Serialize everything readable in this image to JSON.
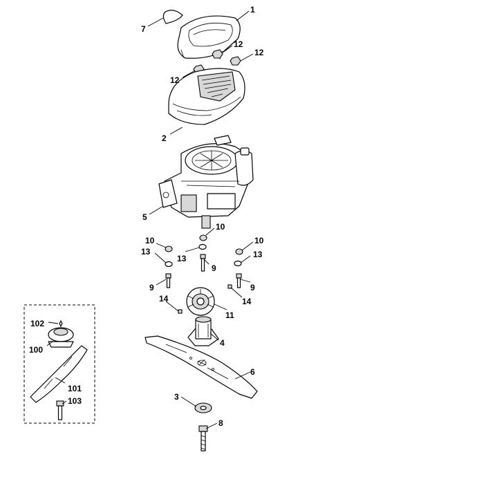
{
  "callouts": {
    "c1": "1",
    "c2": "2",
    "c3": "3",
    "c4": "4",
    "c5": "5",
    "c6": "6",
    "c7": "7",
    "c8": "8",
    "c9a": "9",
    "c9b": "9",
    "c9c": "9",
    "c10a": "10",
    "c10b": "10",
    "c10c": "10",
    "c11": "11",
    "c12a": "12",
    "c12b": "12",
    "c12c": "12",
    "c13a": "13",
    "c13b": "13",
    "c13c": "13",
    "c14a": "14",
    "c14b": "14",
    "c100": "100",
    "c101": "101",
    "c102": "102",
    "c103": "103"
  }
}
